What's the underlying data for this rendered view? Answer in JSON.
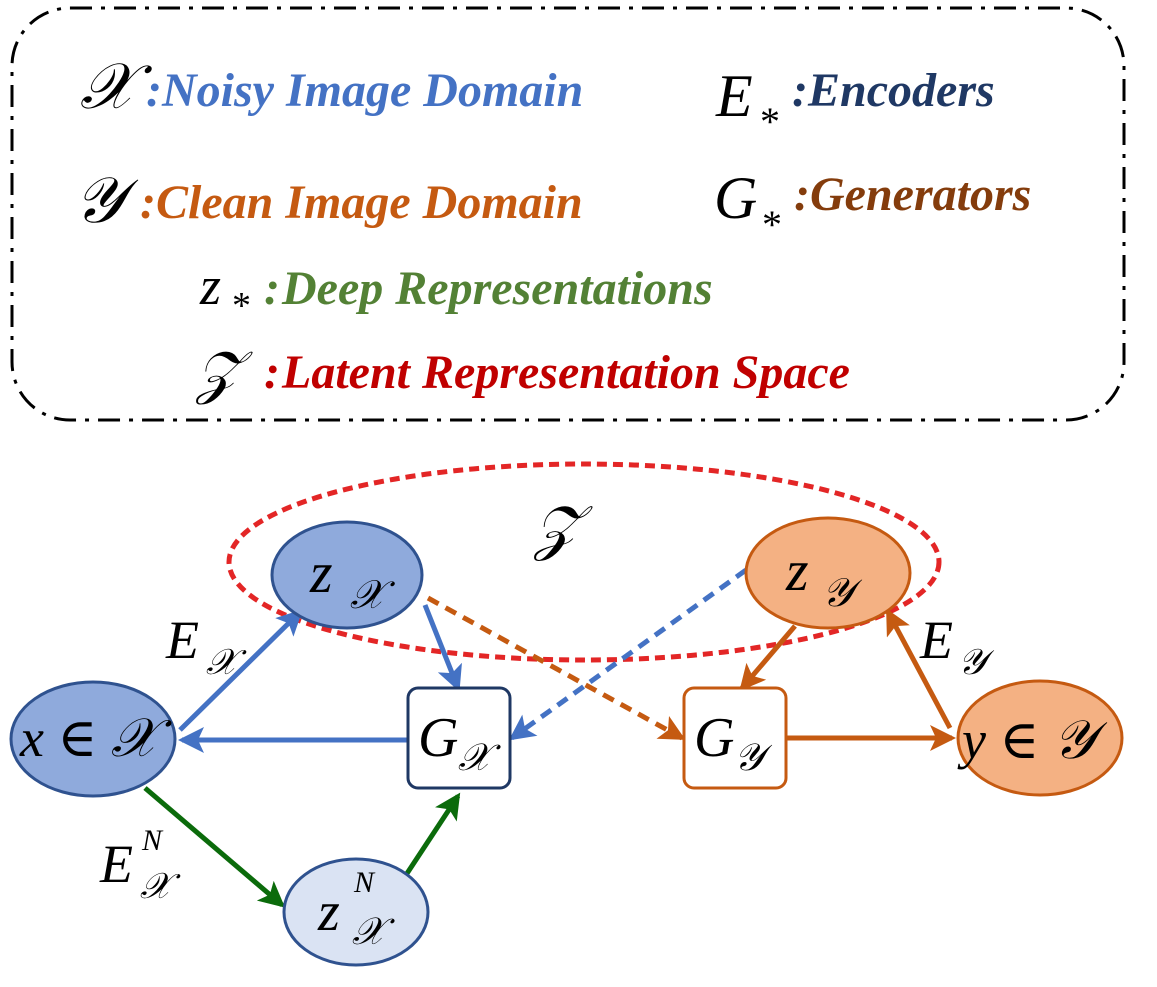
{
  "colors": {
    "blue": "#4472c4",
    "blue_dark": "#2f528f",
    "blue_fill": "#8faadc",
    "blue_light_fill": "#dae3f3",
    "navy": "#1f3864",
    "orange": "#c55a11",
    "orange_fill": "#f4b183",
    "brown": "#843c0c",
    "green": "#0b6b0b",
    "green_text": "#538135",
    "red": "#e32626",
    "red_text": "#c00000"
  },
  "legend": {
    "items": [
      {
        "symbol": "𝒳",
        "colon": ":",
        "text": "Noisy Image Domain"
      },
      {
        "symbol": "E",
        "sub": "*",
        "colon": ":",
        "text": "Encoders"
      },
      {
        "symbol": "𝒴",
        "colon": ":",
        "text": "Clean Image Domain"
      },
      {
        "symbol": "G",
        "sub": "*",
        "colon": ":",
        "text": "Generators"
      },
      {
        "symbol": "z",
        "sub": "*",
        "colon": ":",
        "text": "Deep Representations"
      },
      {
        "symbol": "𝒵",
        "colon": ":",
        "text": "Latent Representation Space"
      }
    ]
  },
  "diagram": {
    "latent_space_label": "𝒵",
    "nodes": {
      "z_x": {
        "main": "z",
        "sub": "𝒳"
      },
      "z_y": {
        "main": "z",
        "sub": "𝒴"
      },
      "x_node": {
        "text": "x ∈ 𝒳"
      },
      "y_node": {
        "text": "y ∈ 𝒴"
      },
      "g_x": {
        "main": "G",
        "sub": "𝒳"
      },
      "g_y": {
        "main": "G",
        "sub": "𝒴"
      },
      "z_x_n": {
        "main": "z",
        "sub": "𝒳",
        "sup": "N"
      }
    },
    "edge_labels": {
      "e_x": {
        "main": "E",
        "sub": "𝒳"
      },
      "e_y": {
        "main": "E",
        "sub": "𝒴"
      },
      "e_x_n": {
        "main": "E",
        "sub": "𝒳",
        "sup": "N"
      }
    }
  }
}
